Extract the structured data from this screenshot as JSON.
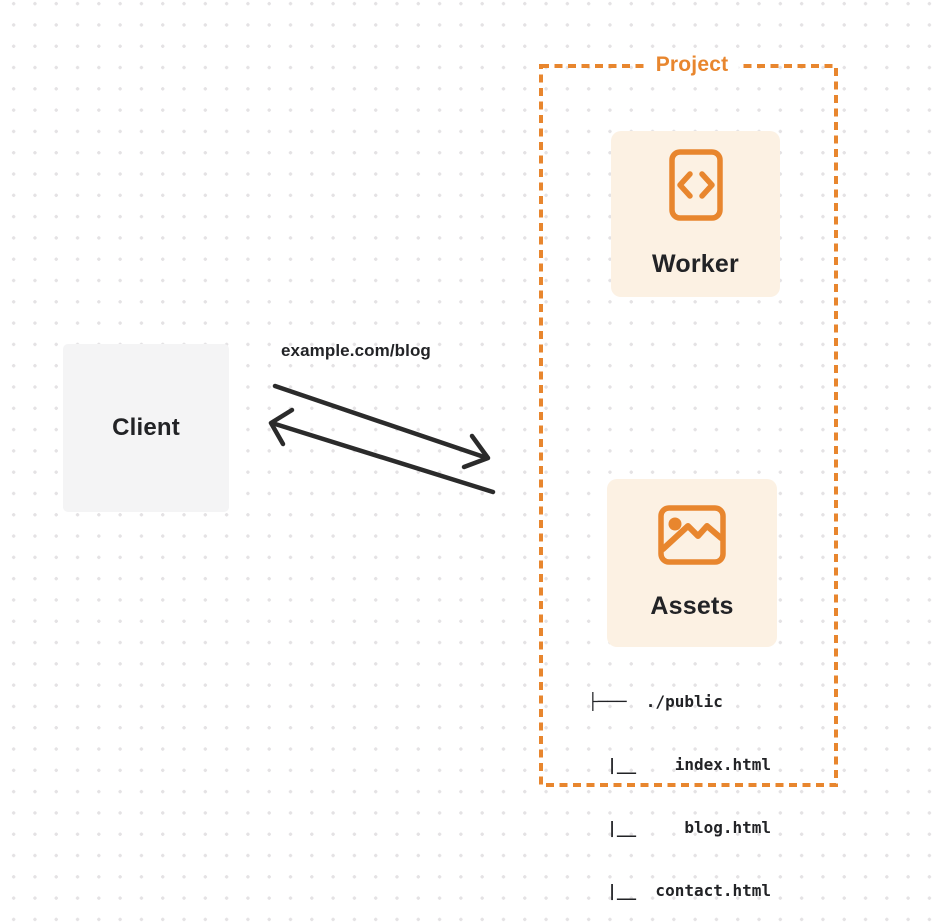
{
  "colors": {
    "orange": "#E8862E",
    "card_bg": "#FCF1E3",
    "client_bg": "#F4F4F5",
    "ink": "#222326",
    "arrow": "#2B2B2B",
    "dot": "#E4E2E4"
  },
  "client": {
    "label": "Client"
  },
  "request": {
    "label": "example.com/blog"
  },
  "project": {
    "label": "Project",
    "worker": {
      "label": "Worker",
      "icon": "code-file-icon"
    },
    "assets": {
      "label": "Assets",
      "icon": "image-icon"
    },
    "file_tree": {
      "lines": [
        "├───  ./public",
        "  |__    index.html",
        "  |__     blog.html",
        "  |__  contact.html"
      ]
    }
  }
}
